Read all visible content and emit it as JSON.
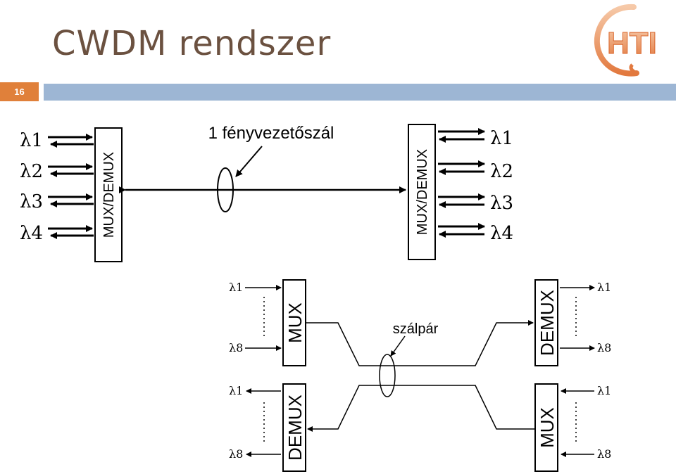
{
  "slide": {
    "title": "CWDM rendszer",
    "number": "16"
  },
  "logo": {
    "text": "HTI"
  },
  "top_diagram": {
    "left_box": "MUX/DEMUX",
    "right_box": "MUX/DEMUX",
    "fiber_label": "1 fényvezetőszál",
    "channels": [
      "λ1",
      "λ2",
      "λ3",
      "λ4"
    ]
  },
  "bottom_diagram": {
    "fiber_label": "szálpár",
    "mux_label": "MUX",
    "demux_label": "DEMUX",
    "first_channel": "λ1",
    "last_channel": "λ8"
  },
  "colors": {
    "title": "#6b5140",
    "accent": "#e0803a",
    "bar": "#9db6d4"
  }
}
